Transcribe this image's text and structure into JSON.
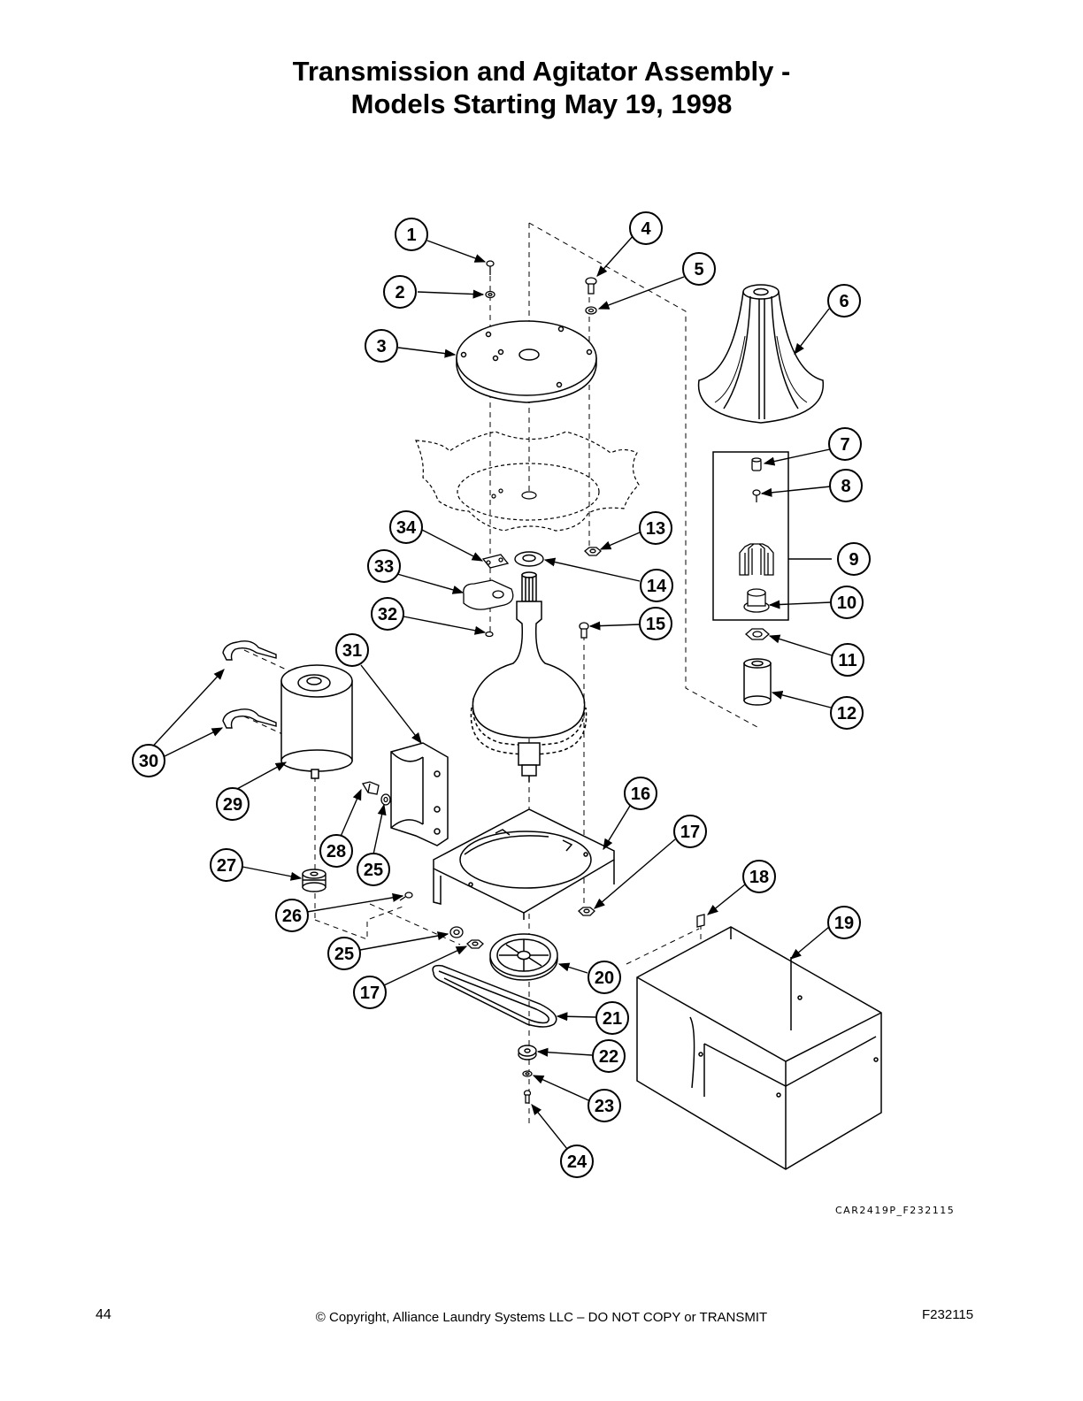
{
  "title": {
    "line1": "Transmission and Agitator Assembly -",
    "line2": "Models Starting May 19, 1998"
  },
  "callouts": [
    "1",
    "2",
    "3",
    "4",
    "5",
    "6",
    "7",
    "8",
    "9",
    "10",
    "11",
    "12",
    "13",
    "14",
    "15",
    "16",
    "17",
    "17",
    "18",
    "19",
    "20",
    "21",
    "22",
    "23",
    "24",
    "25",
    "25",
    "26",
    "27",
    "28",
    "29",
    "30",
    "31",
    "32",
    "33",
    "34"
  ],
  "figure_code": "CAR2419P_F232115",
  "footer": {
    "page_number": "44",
    "copyright": "© Copyright, Alliance Laundry Systems LLC – DO NOT COPY or TRANSMIT",
    "doc_id": "F232115"
  }
}
